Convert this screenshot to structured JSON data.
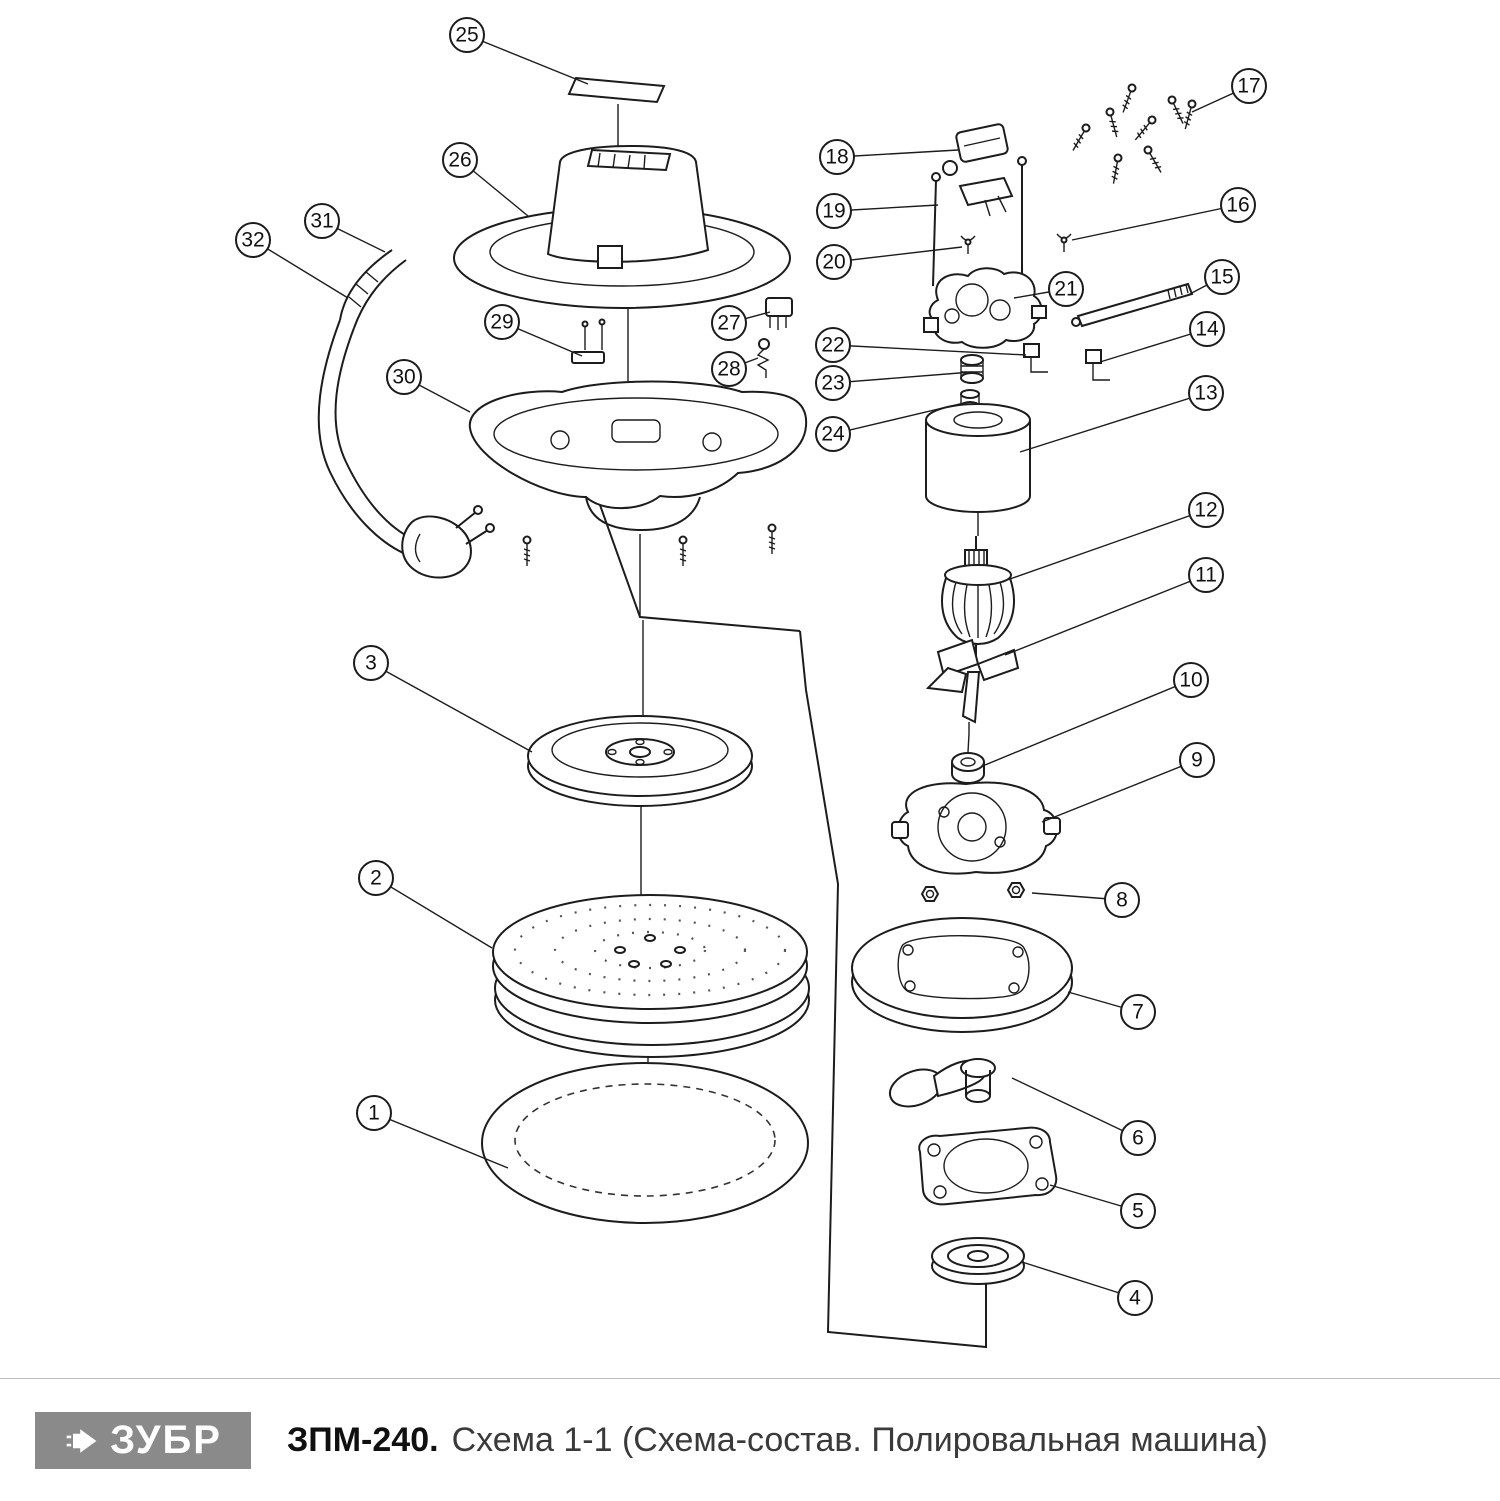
{
  "diagram": {
    "callouts": [
      {
        "label": "1"
      },
      {
        "label": "2"
      },
      {
        "label": "3"
      },
      {
        "label": "4"
      },
      {
        "label": "5"
      },
      {
        "label": "6"
      },
      {
        "label": "7"
      },
      {
        "label": "8"
      },
      {
        "label": "9"
      },
      {
        "label": "10"
      },
      {
        "label": "11"
      },
      {
        "label": "12"
      },
      {
        "label": "13"
      },
      {
        "label": "14"
      },
      {
        "label": "15"
      },
      {
        "label": "16"
      },
      {
        "label": "17"
      },
      {
        "label": "18"
      },
      {
        "label": "19"
      },
      {
        "label": "20"
      },
      {
        "label": "21"
      },
      {
        "label": "22"
      },
      {
        "label": "23"
      },
      {
        "label": "24"
      },
      {
        "label": "25"
      },
      {
        "label": "26"
      },
      {
        "label": "27"
      },
      {
        "label": "28"
      },
      {
        "label": "29"
      },
      {
        "label": "30"
      },
      {
        "label": "31"
      },
      {
        "label": "32"
      }
    ]
  },
  "footer": {
    "brand": "ЗУБР",
    "model": "ЗПМ-240.",
    "subtitle": "Схема 1-1 (Схема-состав. Полировальная машина)"
  },
  "colors": {
    "logo_background": "#8a8a8a",
    "drawing_line": "#1c1c1c",
    "callout_text": "#111111",
    "subtitle_text": "#3a3a3a"
  }
}
